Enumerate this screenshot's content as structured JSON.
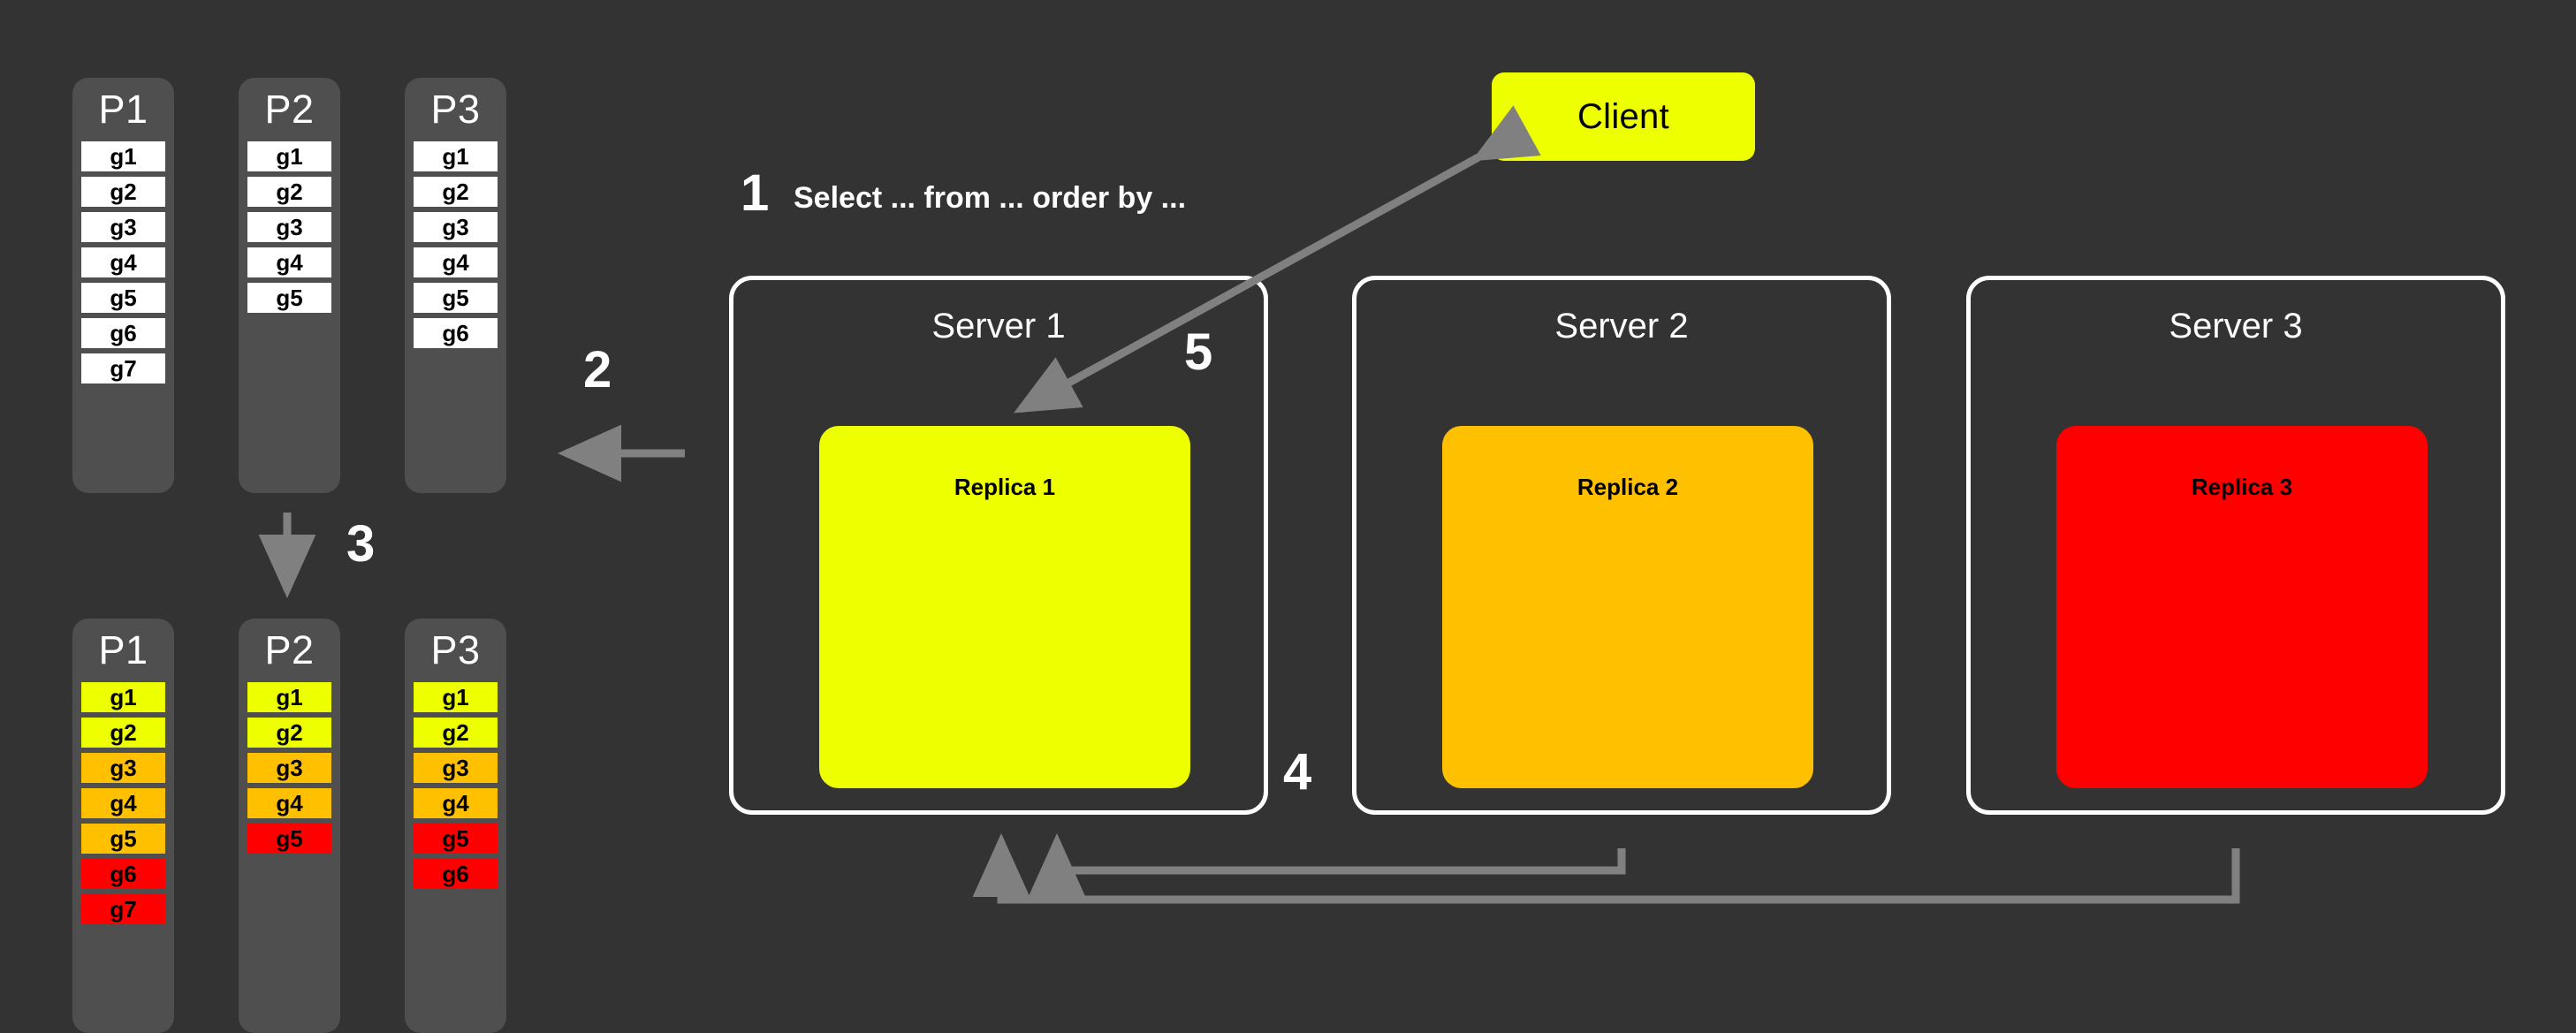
{
  "canvas": {
    "background": "#333333",
    "column_bg": "#4f4f4f",
    "arrow_color": "#808080",
    "white": "#ffffff",
    "yellow": "#eeff00",
    "orange": "#ffc000",
    "red": "#ff0000"
  },
  "steps": {
    "one": "1",
    "two": "2",
    "three": "3",
    "four": "4",
    "five": "5"
  },
  "query": {
    "text": "Select ... from ... order by ..."
  },
  "client": {
    "label": "Client",
    "color": "#eeff00"
  },
  "top_partitions": [
    {
      "title": "P1",
      "cells": [
        {
          "label": "g1",
          "color": "#ffffff"
        },
        {
          "label": "g2",
          "color": "#ffffff"
        },
        {
          "label": "g3",
          "color": "#ffffff"
        },
        {
          "label": "g4",
          "color": "#ffffff"
        },
        {
          "label": "g5",
          "color": "#ffffff"
        },
        {
          "label": "g6",
          "color": "#ffffff"
        },
        {
          "label": "g7",
          "color": "#ffffff"
        }
      ]
    },
    {
      "title": "P2",
      "cells": [
        {
          "label": "g1",
          "color": "#ffffff"
        },
        {
          "label": "g2",
          "color": "#ffffff"
        },
        {
          "label": "g3",
          "color": "#ffffff"
        },
        {
          "label": "g4",
          "color": "#ffffff"
        },
        {
          "label": "g5",
          "color": "#ffffff"
        }
      ]
    },
    {
      "title": "P3",
      "cells": [
        {
          "label": "g1",
          "color": "#ffffff"
        },
        {
          "label": "g2",
          "color": "#ffffff"
        },
        {
          "label": "g3",
          "color": "#ffffff"
        },
        {
          "label": "g4",
          "color": "#ffffff"
        },
        {
          "label": "g5",
          "color": "#ffffff"
        },
        {
          "label": "g6",
          "color": "#ffffff"
        }
      ]
    }
  ],
  "bottom_partitions": [
    {
      "title": "P1",
      "cells": [
        {
          "label": "g1",
          "color": "#eeff00"
        },
        {
          "label": "g2",
          "color": "#eeff00"
        },
        {
          "label": "g3",
          "color": "#ffc000"
        },
        {
          "label": "g4",
          "color": "#ffc000"
        },
        {
          "label": "g5",
          "color": "#ffc000"
        },
        {
          "label": "g6",
          "color": "#ff0000"
        },
        {
          "label": "g7",
          "color": "#ff0000"
        }
      ]
    },
    {
      "title": "P2",
      "cells": [
        {
          "label": "g1",
          "color": "#eeff00"
        },
        {
          "label": "g2",
          "color": "#eeff00"
        },
        {
          "label": "g3",
          "color": "#ffc000"
        },
        {
          "label": "g4",
          "color": "#ffc000"
        },
        {
          "label": "g5",
          "color": "#ff0000"
        }
      ]
    },
    {
      "title": "P3",
      "cells": [
        {
          "label": "g1",
          "color": "#eeff00"
        },
        {
          "label": "g2",
          "color": "#eeff00"
        },
        {
          "label": "g3",
          "color": "#ffc000"
        },
        {
          "label": "g4",
          "color": "#ffc000"
        },
        {
          "label": "g5",
          "color": "#ff0000"
        },
        {
          "label": "g6",
          "color": "#ff0000"
        }
      ]
    }
  ],
  "servers": [
    {
      "title": "Server 1",
      "replica": "Replica 1",
      "replica_color": "#eeff00"
    },
    {
      "title": "Server 2",
      "replica": "Replica 2",
      "replica_color": "#ffc000"
    },
    {
      "title": "Server 3",
      "replica": "Replica 3",
      "replica_color": "#ff0000"
    }
  ]
}
